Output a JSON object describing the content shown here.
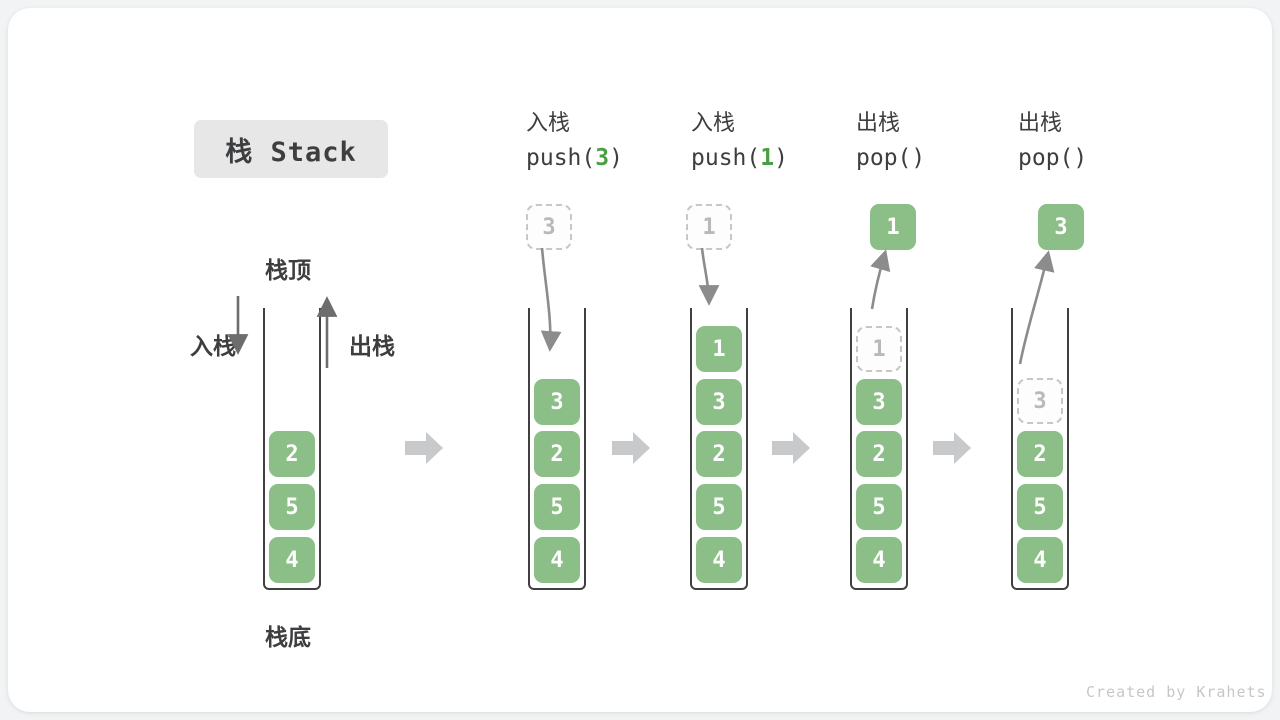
{
  "title": "栈 Stack",
  "labels": {
    "stack_top": "栈顶",
    "stack_bottom": "栈底",
    "push_side": "入栈",
    "pop_side": "出栈"
  },
  "steps": {
    "push3": {
      "op": "入栈",
      "code_pre": "push(",
      "code_arg": "3",
      "code_post": ")",
      "floating": "3"
    },
    "push1": {
      "op": "入栈",
      "code_pre": "push(",
      "code_arg": "1",
      "code_post": ")",
      "floating": "1"
    },
    "pop1": {
      "op": "出栈",
      "code": "pop()",
      "floating": "1",
      "ghost": "1"
    },
    "pop3": {
      "op": "出栈",
      "code": "pop()",
      "floating": "3",
      "ghost": "3"
    }
  },
  "stacks": {
    "s1": [
      "2",
      "5",
      "4"
    ],
    "s2": [
      "3",
      "2",
      "5",
      "4"
    ],
    "s3": [
      "1",
      "3",
      "2",
      "5",
      "4"
    ],
    "s4": [
      "3",
      "2",
      "5",
      "4"
    ],
    "s5": [
      "2",
      "5",
      "4"
    ]
  },
  "watermark": "Created by Krahets",
  "colors": {
    "box_green": "#8cbe88",
    "code_green": "#4a9e43",
    "stack_wall": "#404040",
    "arrow_dark": "#6d6d6d",
    "arrow_curve": "#8c8c8c",
    "block_arrow": "#c8c9ca",
    "dashed_border": "#c7c7c7",
    "ghost_text": "#b9b9b9",
    "title_bg": "#e7e7e7",
    "text_dark": "#3d3e40"
  }
}
